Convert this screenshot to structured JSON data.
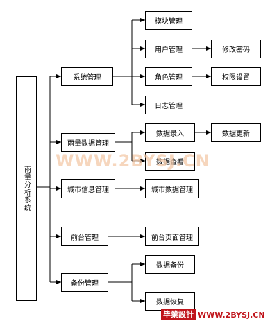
{
  "root": {
    "label": "雨量分析系统"
  },
  "level1": {
    "system": "系统管理",
    "rain": "雨量数据管理",
    "city": "城市信息管理",
    "front": "前台管理",
    "backup": "备份管理"
  },
  "level2": {
    "module": "模块管理",
    "user": "用户管理",
    "role": "角色管理",
    "log": "日志管理",
    "entry": "数据录入",
    "query": "数据查看",
    "citydata": "城市数据管理",
    "page": "前台页面管理",
    "bak": "数据备份",
    "restore": "数据恢复"
  },
  "level3": {
    "password": "修改密码",
    "perm": "权限设置",
    "update": "数据更新"
  },
  "watermark": "WWW.2BYSJ.CN",
  "logo": {
    "badge": "毕業設計",
    "url": "WWW.2BYSJ.CN",
    "color": "#c0141b"
  }
}
